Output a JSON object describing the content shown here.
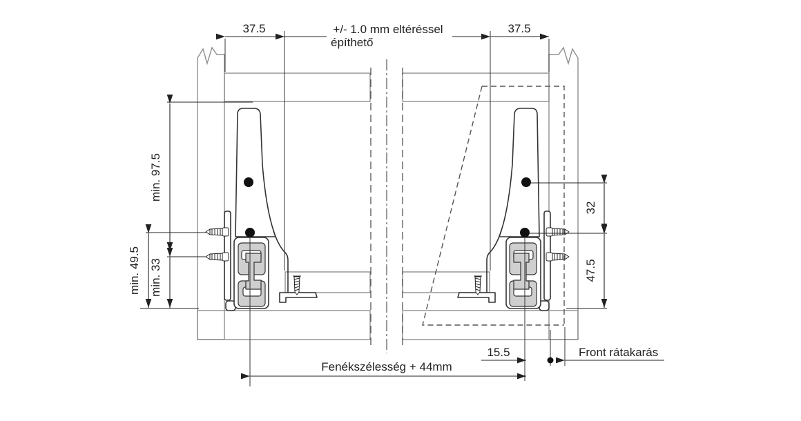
{
  "title": "Drawer runner installation cross-section",
  "note": {
    "line1": "+/- 1.0 mm eltéréssel",
    "line2": "építhető"
  },
  "dimensions": {
    "top_left_offset": "37.5",
    "top_right_offset": "37.5",
    "min_inner_height": "min. 97.5",
    "min_screw_top": "min. 49.5",
    "min_screw_bottom": "min. 33",
    "hole_spacing": "32",
    "lower_hole_height": "47.5",
    "runner_to_side": "15.5",
    "bottom_width": "Fenékszélesség + 44mm",
    "front_overlay": "Front rátakarás"
  },
  "colors": {
    "panel_fill": "#dcdcdc",
    "rail_fill": "#cfcfcf",
    "line": "#222222"
  }
}
